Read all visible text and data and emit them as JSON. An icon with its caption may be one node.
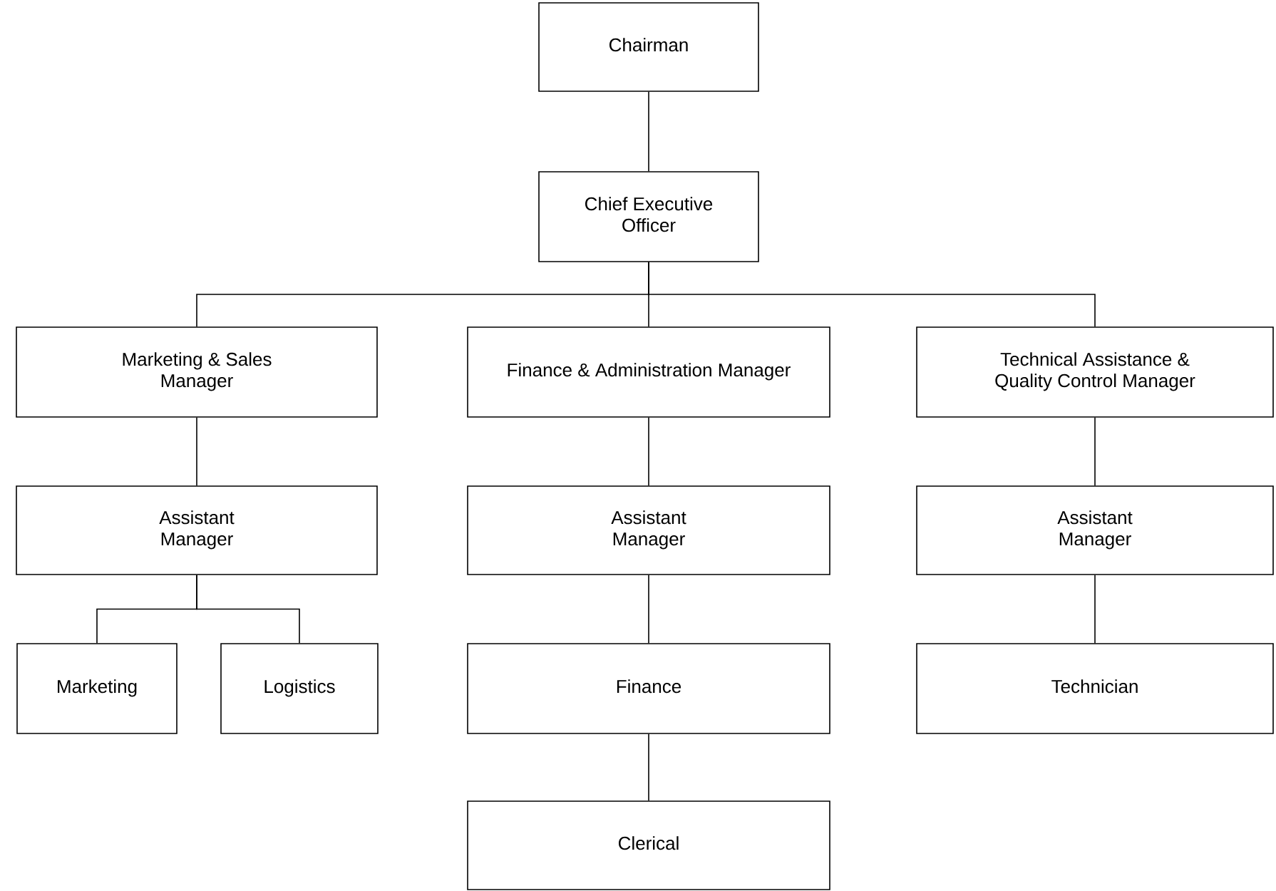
{
  "diagram": {
    "nodes": [
      {
        "text": [
          "Chairman"
        ]
      },
      {
        "text": [
          "Chief Executive Officer"
        ]
      },
      {
        "text": [
          "Marketing & Sales Manager"
        ]
      },
      {
        "text": [
          "Finance & Administration Manager"
        ]
      },
      {
        "text": [
          "Technical Assistance & Quality Control Manager"
        ]
      },
      {
        "text": [
          "Assistant Manager"
        ]
      },
      {
        "text": [
          "Assistant Manager"
        ]
      },
      {
        "text": [
          "Assistant Manager"
        ]
      },
      {
        "text": [
          "Marketing"
        ]
      },
      {
        "text": [
          "Logistics"
        ]
      },
      {
        "text": [
          "Finance"
        ]
      },
      {
        "text": [
          "Technician"
        ]
      },
      {
        "text": [
          "Clerical"
        ]
      }
    ],
    "edges": [
      {
        "from": 0,
        "to": 1,
        "arrow": "none"
      },
      {
        "from": 1,
        "to": 2,
        "arrow": "none"
      },
      {
        "from": 1,
        "to": 3,
        "arrow": "none"
      },
      {
        "from": 1,
        "to": 4,
        "arrow": "none"
      },
      {
        "from": 2,
        "to": 5,
        "arrow": "none"
      },
      {
        "from": 3,
        "to": 6,
        "arrow": "none"
      },
      {
        "from": 4,
        "to": 7,
        "arrow": "none"
      },
      {
        "from": 5,
        "to": 8,
        "arrow": "none"
      },
      {
        "from": 5,
        "to": 9,
        "arrow": "none"
      },
      {
        "from": 6,
        "to": 10,
        "arrow": "none"
      },
      {
        "from": 10,
        "to": 12,
        "arrow": "none"
      },
      {
        "from": 7,
        "to": 11,
        "arrow": "none"
      }
    ]
  }
}
